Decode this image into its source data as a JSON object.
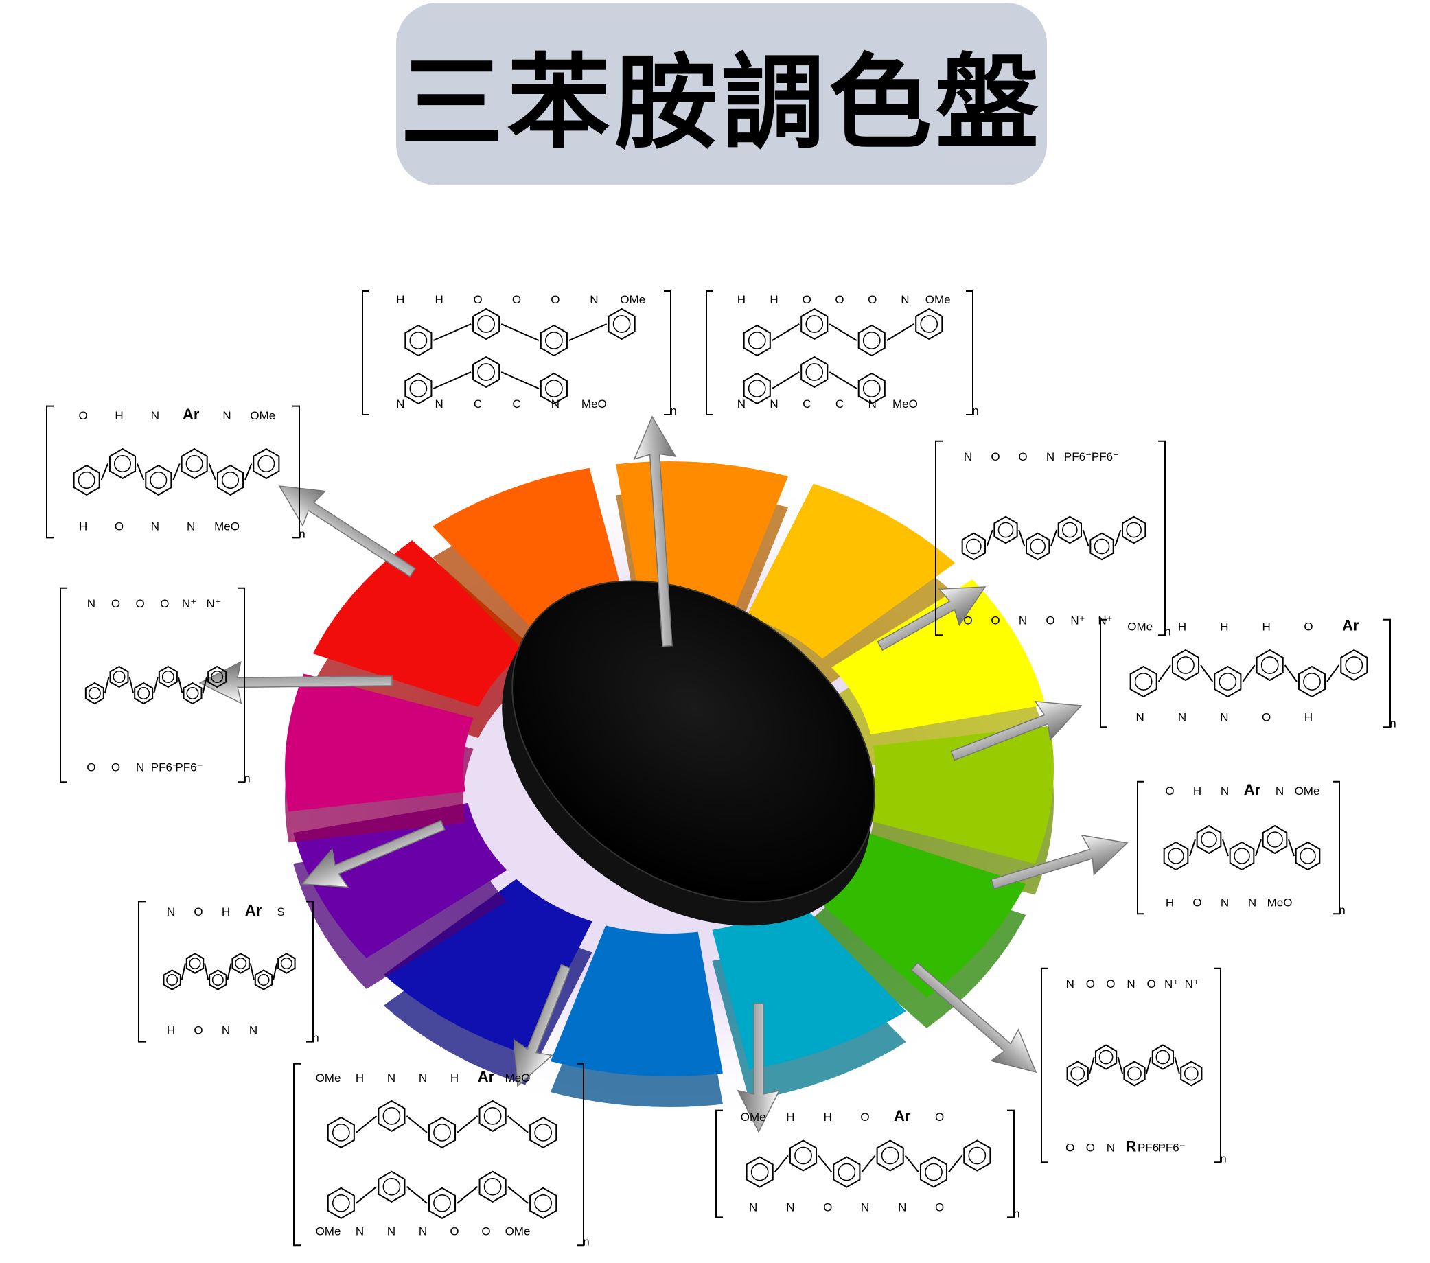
{
  "title": "三苯胺調色盤",
  "wheel_colors": [
    "#f20d0d",
    "#ff6000",
    "#ff8c00",
    "#ffc000",
    "#ffff00",
    "#99cc00",
    "#33bb00",
    "#00a8c8",
    "#0070c8",
    "#1010b0",
    "#6a00a8",
    "#d0007a"
  ],
  "disk_color": "#000000",
  "arrow_color": "#c8c8c8",
  "structures": [
    {
      "name": "polyamide-biphenyl-diamine-ether-a",
      "hexagons": 7,
      "labels": [
        "H",
        "N",
        "H",
        "N",
        "O",
        "C",
        "O",
        "C",
        "O",
        "N",
        "N",
        "MeO",
        "OMe",
        "n"
      ]
    },
    {
      "name": "polyamide-phenylene-diamine-ether",
      "hexagons": 7,
      "labels": [
        "H",
        "N",
        "H",
        "N",
        "O",
        "C",
        "O",
        "C",
        "O",
        "N",
        "N",
        "MeO",
        "OMe",
        "n"
      ]
    },
    {
      "name": "polyamide-biphenyl-diamine-ar",
      "hexagons": 6,
      "labels": [
        "O",
        "H",
        "H",
        "O",
        "N",
        "N",
        "Ar",
        "N",
        "N",
        "MeO",
        "OMe",
        "n"
      ]
    },
    {
      "name": "polyimide-viologen-a",
      "hexagons": 6,
      "labels": [
        "N",
        "O",
        "O",
        "O",
        "O",
        "N",
        "N",
        "O",
        "PF6⁻",
        "N⁺",
        "PF6⁻",
        "N⁺",
        "n"
      ]
    },
    {
      "name": "polyimide-viologen-b",
      "hexagons": 6,
      "labels": [
        "N",
        "O",
        "O",
        "O",
        "O",
        "N",
        "O",
        "PF6⁻",
        "N⁺",
        "PF6⁻",
        "N⁺",
        "n"
      ]
    },
    {
      "name": "polyamide-methoxy-tpa-amine",
      "hexagons": 6,
      "labels": [
        "OMe",
        "N",
        "H",
        "N",
        "H",
        "N",
        "H",
        "O",
        "O",
        "H",
        "Ar",
        "n"
      ]
    },
    {
      "name": "polyamide-phenylene-diamine-ar",
      "hexagons": 5,
      "labels": [
        "O",
        "H",
        "H",
        "O",
        "N",
        "N",
        "Ar",
        "N",
        "N",
        "MeO",
        "OMe",
        "n"
      ]
    },
    {
      "name": "polyamide-phenothiazine",
      "hexagons": 6,
      "labels": [
        "N",
        "H",
        "O",
        "O",
        "H",
        "N",
        "Ar",
        "N",
        "S",
        "n"
      ]
    },
    {
      "name": "polyimide-viologen-r",
      "hexagons": 5,
      "labels": [
        "N",
        "O",
        "O",
        "O",
        "O",
        "N",
        "N",
        "R",
        "O",
        "PF6⁻",
        "N⁺",
        "PF6⁻",
        "N⁺",
        "n"
      ]
    },
    {
      "name": "polyamide-star-tpa",
      "hexagons": 10,
      "labels": [
        "OMe",
        "OMe",
        "H",
        "N",
        "N",
        "N",
        "N",
        "N",
        "H",
        "O",
        "Ar",
        "O",
        "MeO",
        "OMe",
        "n"
      ]
    },
    {
      "name": "polyimide-methoxy-tpa-amine",
      "hexagons": 6,
      "labels": [
        "OMe",
        "N",
        "H",
        "N",
        "H",
        "O",
        "O",
        "N",
        "Ar",
        "N",
        "O",
        "O",
        "n"
      ]
    }
  ]
}
